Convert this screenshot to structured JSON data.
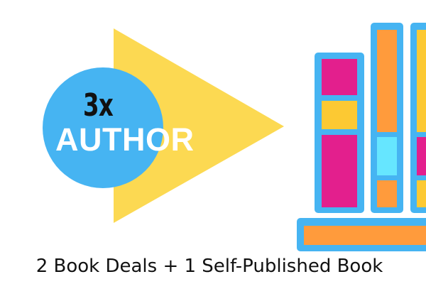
{
  "badge": {
    "line1": "3x",
    "line2": "AUTHOR"
  },
  "caption": "2 Book Deals + 1 Self-Published Book",
  "colors": {
    "triangle": "#FCD952",
    "circle": "#46B4F2",
    "book_outline": "#46B4F2",
    "magenta": "#E31F8D",
    "yellow": "#FCC933",
    "orange": "#FF9B3C",
    "cyan": "#66E6FF",
    "caption_text": "#111111",
    "badge_top_text": "#111111",
    "badge_bottom_text": "#FFFFFF"
  },
  "icons": [
    "arrow-triangle-icon",
    "circle-badge",
    "bookshelf-icon"
  ]
}
